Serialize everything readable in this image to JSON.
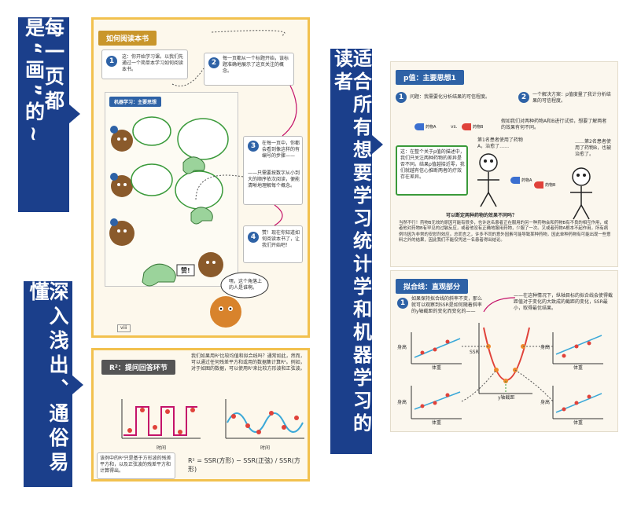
{
  "banners": {
    "left_top": "每一页都是“画”的~",
    "left_bottom": "深入浅出、通俗易懂",
    "center": "适合所有想要学习统计学和机器学习的读者"
  },
  "page1": {
    "header": "如何阅读本书",
    "step1_text": "这：你开始学习课。以我们先通过一个简单本学习如何阅读本书。",
    "step2_text": "每一页都从一个标题开始，该标题准确地展示了这页关注的概念。",
    "inner_header": "机器学习：主要思想",
    "step3_text": "在每一页中，你都会看到像这样的有编号的步骤——",
    "step3_text2": "——只需要按数字从小到大的顺序依次阅读，便能清晰地理解每个概念。",
    "step4_text": "赞！现在你知道如何阅读本书了，让我们开始吧！",
    "badge_text": "赞!",
    "bubble_text": "嘿，这个角落上的人是谁啊。",
    "page_number": "viii"
  },
  "page2": {
    "header": "R²：提问回答环节",
    "intro": "我们如果用R²比较均值和拟合线吗？通常如此，然而，可以通过任何残差平方和或用的数据集计算R²。例如，对于如图的数据，可以使用R²来比较方形波和正弦波。",
    "bottom_text": "该例中的R²只是基于方形波的残差平方和，以及正弦波的残差平方和计算得出。",
    "formula": "R² = SSR(方形) − SSR(正弦) / SSR(方形)",
    "axis_label": "时间"
  },
  "page3": {
    "header": "p值：主要思想1",
    "step1_text": "问题：我需要化分析结果的可信程度。",
    "step2_text": "一个解决方案：p值度量了我计分析结果的可信程度。",
    "drug_a": "药物A",
    "drug_b": "药物B",
    "vs": "vs.",
    "trial_text": "假如我们对两种药物A和B进行试验，想要了解两者的效果有何不同。",
    "green_box": "这：在整个关于p值的描述中，我们只关注两种药物的差异是否不同。结果p值越接近零，我们就越有信心推断两者的疗效存在差异。",
    "patient1": "第1名患者使用了药物A，治愈了……",
    "patient2": "……第2名患者使用了药物B，也被治愈了。",
    "question": "可以断定两种药物的效果不同吗？",
    "conclusion": "当然不行！药物B无效的原因可能有很多，也许这名患者正在服用的另一种药物会和药物B有不良的相互作用，或者他对药物B有罕见的过敏反应，或者他没有正确地服用药物，少服了一次。又或者药物A根本不起作用，所有病例均因为非常的安慰剂效应。总而言之，许多不同的意外因素可能导致某种药物，因此单种药物有可能出现一些意料之外的结果，因此我们不能仅凭这一名患者得出结论。"
  },
  "page4": {
    "header": "拟合线：直观部分",
    "step1_text": "如果保持拟合线的斜率不变，那么就可以观察到SSR是如何随着斜率的y轴截距的变化而变化的——",
    "step2_text": "——在这种情况下，纵轴目标的拟合线会使得截距值对于变化的大致成的截距的变化，SSR最小，取得最优结果。",
    "axis_y": "身高",
    "axis_x": "体重",
    "axis_ssr": "SSR",
    "axis_intercept": "y轴截距"
  },
  "colors": {
    "banner": "#1b3f8b",
    "page_border": "#f2c14e",
    "red": "#e0423a",
    "blue": "#3b6fd0",
    "green": "#3a9a3a",
    "magenta": "#c4136a",
    "orange": "#f08a2b"
  }
}
